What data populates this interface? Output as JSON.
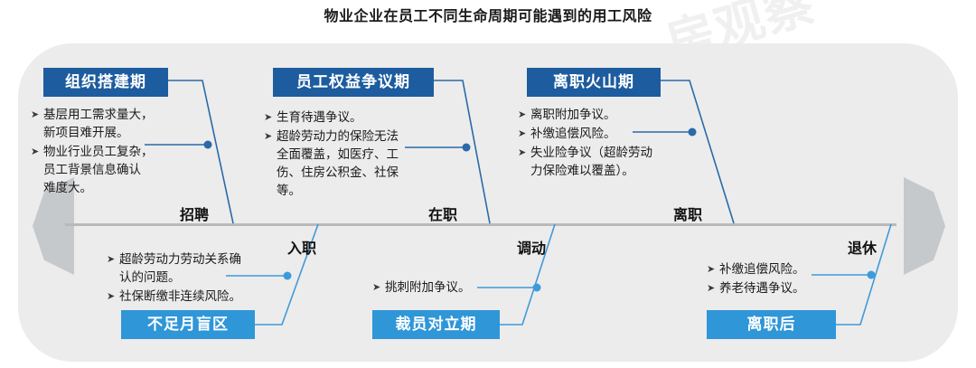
{
  "title": "物业企业在员工不同生命周期可能遇到的用工风险",
  "watermark": "房观察",
  "colors": {
    "dark_blue": "#1d5c9e",
    "light_blue": "#2f96d8",
    "panel_gray": "#ececec",
    "arrow_gray": "#c6c9cc",
    "axis_gray": "#b9b9b9",
    "connector_dark": "#2a6aa8",
    "connector_light": "#3f9ada"
  },
  "bullet_marker": "➤",
  "timeline": {
    "stages_above": [
      {
        "label": "招聘"
      },
      {
        "label": "在职"
      },
      {
        "label": "离职"
      }
    ],
    "stages_below": [
      {
        "label": "入职"
      },
      {
        "label": "调动"
      },
      {
        "label": "退休"
      }
    ]
  },
  "blocks_top": [
    {
      "title": "组织搭建期",
      "bullets": [
        "基层用工需求量大，\n新项目难开展。",
        "物业行业员工复杂，\n员工背景信息确认\n难度大。"
      ]
    },
    {
      "title": "员工权益争议期",
      "bullets": [
        "生育待遇争议。",
        "超龄劳动力的保险无法\n全面覆盖，如医疗、工\n伤、住房公积金、社保\n等。"
      ]
    },
    {
      "title": "离职火山期",
      "bullets": [
        "离职附加争议。",
        "补缴追偿风险。",
        "失业险争议（超龄劳动\n力保险难以覆盖）。"
      ]
    }
  ],
  "blocks_bottom": [
    {
      "title": "不足月盲区",
      "bullets": [
        "超龄劳动力劳动关系确\n认的问题。",
        "社保断缴非连续风险。"
      ]
    },
    {
      "title": "裁员对立期",
      "bullets": [
        "挑刺附加争议。"
      ]
    },
    {
      "title": "离职后",
      "bullets": [
        "补缴追偿风险。",
        "养老待遇争议。"
      ]
    }
  ]
}
